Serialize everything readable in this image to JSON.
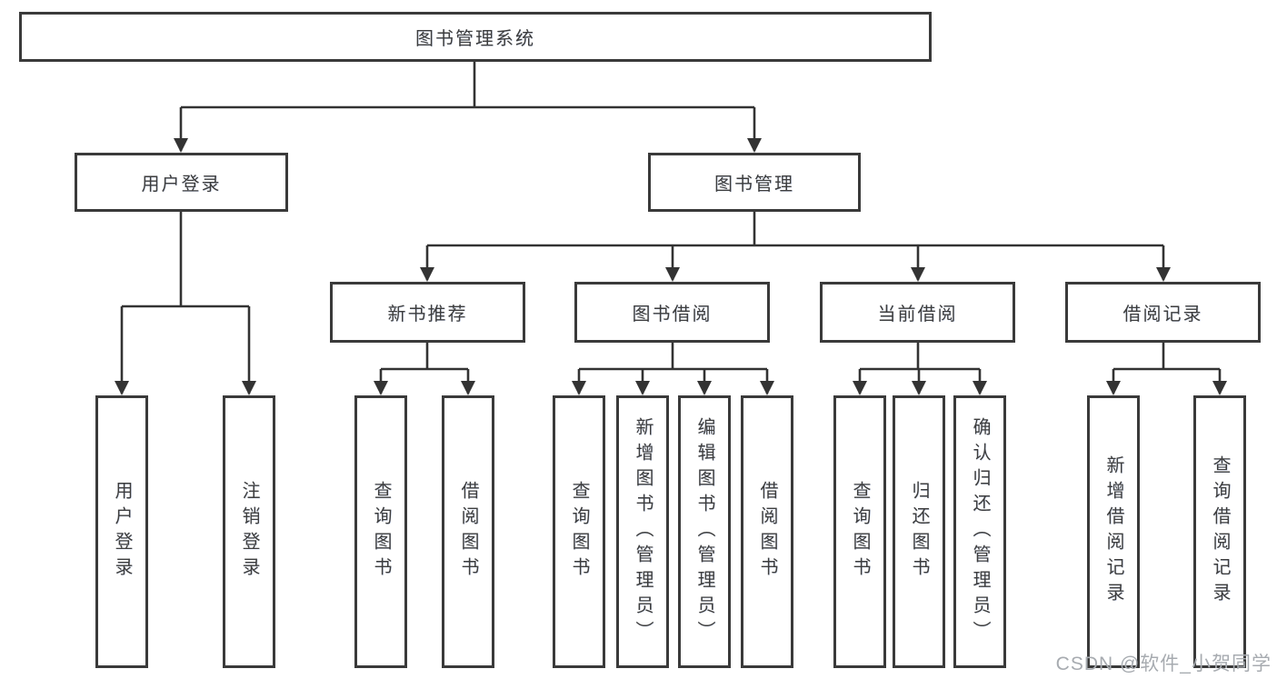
{
  "nodes": {
    "root": {
      "label": "图书管理系统"
    },
    "user_login": {
      "label": "用户登录",
      "children": [
        "用户登录",
        "注销登录"
      ]
    },
    "book_mgmt": {
      "label": "图书管理"
    },
    "new_book_rec": {
      "label": "新书推荐",
      "children": [
        "查询图书",
        "借阅图书"
      ]
    },
    "book_borrow": {
      "label": "图书借阅",
      "children": [
        "查询图书",
        "新增图书（管理员）",
        "编辑图书（管理员）",
        "借阅图书"
      ]
    },
    "current_borrow": {
      "label": "当前借阅",
      "children": [
        "查询图书",
        "归还图书",
        "确认归还（管理员）"
      ]
    },
    "borrow_record": {
      "label": "借阅记录",
      "children": [
        "新增借阅记录",
        "查询借阅记录"
      ]
    }
  },
  "watermark": {
    "text": "CSDN @软件_小贺同学"
  },
  "colors": {
    "line": "#333333",
    "box_border": "#3a3a3a",
    "text": "#3d3d3d",
    "watermark": "#a7abb0",
    "background": "#ffffff"
  }
}
